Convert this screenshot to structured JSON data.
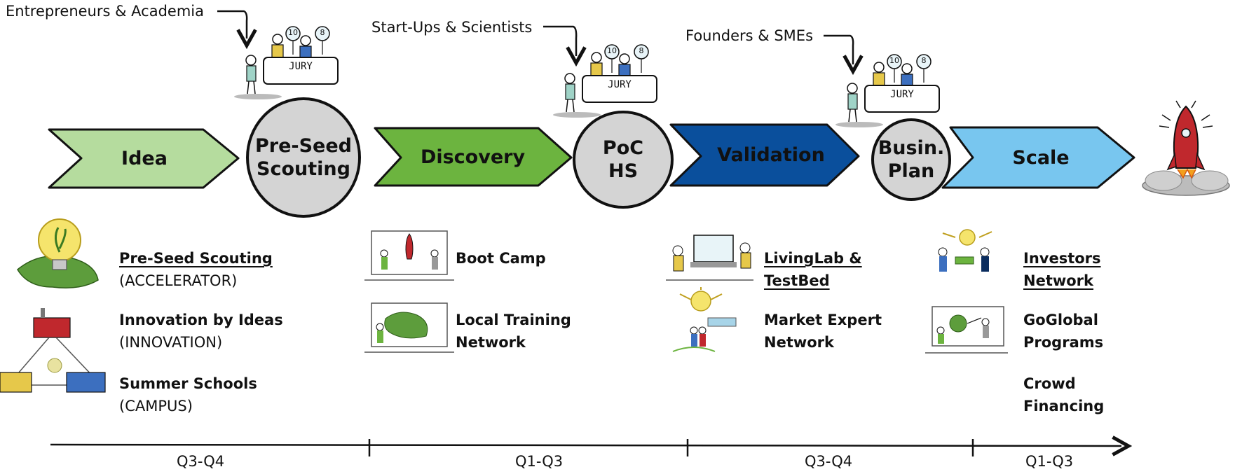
{
  "participants": [
    {
      "label": "Entrepreneurs & Academia"
    },
    {
      "label": "Start-Ups & Scientists"
    },
    {
      "label": "Founders & SMEs"
    }
  ],
  "jury": {
    "label": "JURY",
    "scores": [
      "10",
      "8"
    ]
  },
  "stages": [
    {
      "label": "Idea",
      "color": "#b5dc9e",
      "text_color": "#111111"
    },
    {
      "label": "Discovery",
      "color": "#6cb43f",
      "text_color": "#111111"
    },
    {
      "label": "Validation",
      "color": "#0a4f9c",
      "text_color": "#111111"
    },
    {
      "label": "Scale",
      "color": "#78c6ef",
      "text_color": "#111111"
    }
  ],
  "gates": [
    {
      "line1": "Pre-Seed",
      "line2": "Scouting"
    },
    {
      "line1": "PoC",
      "line2": "HS"
    },
    {
      "line1": "Busin.",
      "line2": "Plan"
    }
  ],
  "programs": {
    "idea": [
      {
        "title": "Pre-Seed Scouting",
        "sub": "(ACCELERATOR)"
      },
      {
        "title": "Innovation by Ideas",
        "sub": "(INNOVATION)"
      },
      {
        "title": "Summer Schools",
        "sub": "(CAMPUS)"
      }
    ],
    "discovery": [
      {
        "title1": "Boot Camp",
        "title2": ""
      },
      {
        "title1": "Local Training",
        "title2": "Network"
      }
    ],
    "validation": [
      {
        "title1": "LivingLab &",
        "title2": "TestBed"
      },
      {
        "title1": "Market Expert",
        "title2": "Network"
      }
    ],
    "scale": [
      {
        "title1": "Investors",
        "title2": "Network"
      },
      {
        "title1": "GoGlobal",
        "title2": "Programs"
      },
      {
        "title1": "Crowd",
        "title2": "Financing"
      }
    ]
  },
  "timeline": [
    "Q3-Q4",
    "Q1-Q3",
    "Q3-Q4",
    "Q1-Q3"
  ],
  "colors": {
    "gate_fill": "#d4d4d4",
    "outline": "#111111",
    "rocket": "#c0282d"
  }
}
